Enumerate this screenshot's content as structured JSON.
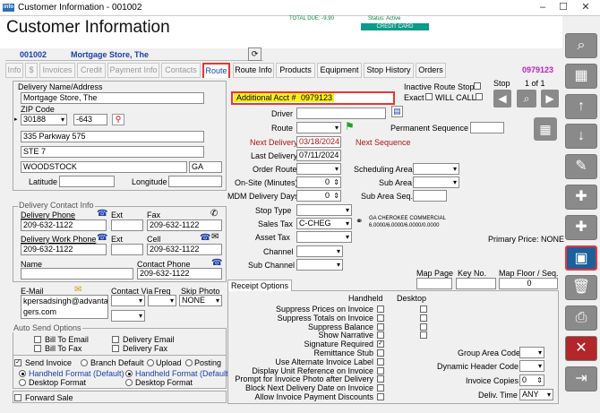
{
  "window": {
    "title": "Customer Information - 001002",
    "logo": "info"
  },
  "header": {
    "title": "Customer Information",
    "total_due": "TOTAL DUE:  -9.90",
    "status": "Status: Active",
    "credit_card": "CREDIT CARD"
  },
  "customer": {
    "id": "001002",
    "name": "Mortgage Store, The"
  },
  "tabs": [
    "Info",
    "$",
    "Invoices",
    "Credit",
    "Payment Info",
    "Contacts",
    "Route",
    "Route Info",
    "Products",
    "Equipment",
    "Stop History",
    "Orders"
  ],
  "acct_display": "0979123",
  "delivery": {
    "heading": "Delivery Name/Address",
    "name": "Mortgage Store, The",
    "zip_label": "ZIP Code",
    "zip": "30188",
    "zip_ext": "-643",
    "addr1": "335 Parkway 575",
    "addr2": "STE 7",
    "city": "WOODSTOCK",
    "state": "GA",
    "lat_label": "Latitude",
    "lon_label": "Longitude"
  },
  "contact": {
    "heading": "Delivery Contact Info",
    "phone_label": "Delivery Phone",
    "phone": "209-632-1122",
    "ext_label": "Ext",
    "fax_label": "Fax",
    "fax": "209-632-1122",
    "work_label": "Delivery Work Phone",
    "work": "209-632-1122",
    "cell_label": "Cell",
    "cell": "209-632-1122",
    "name_label": "Name",
    "contact_phone_label": "Contact Phone",
    "contact_phone": "209-632-1122"
  },
  "email": {
    "label": "E-Mail",
    "value1": "kpersadsingh@advanta",
    "value2": "gers.com",
    "via_label": "Contact Via",
    "freq_label": "Freq",
    "skip_label": "Skip Photo",
    "skip_value": "NONE"
  },
  "auto_send": {
    "heading": "Auto Send Options",
    "bill_email": "Bill To Email",
    "bill_fax": "Bill To Fax",
    "del_email": "Delivery Email",
    "del_fax": "Delivery Fax",
    "send_invoice": "Send Invoice",
    "branch_default": "Branch Default",
    "upload": "Upload",
    "posting": "Posting",
    "handheld": "Handheld Format (Default)",
    "handheld2": "Handheld Format (Default)",
    "desktop": "Desktop Format",
    "desktop2": "Desktop Format",
    "forward": "Forward Sale"
  },
  "route": {
    "addl_label": "Additional Acct #",
    "addl_value": "0979123",
    "driver_label": "Driver",
    "route_label": "Route",
    "perm_seq_label": "Permanent Sequence",
    "next_del_label": "Next Delivery",
    "next_del": "03/18/2024",
    "next_seq_label": "Next Sequence",
    "last_del_label": "Last Delivery",
    "last_del": "07/11/2024",
    "order_route_label": "Order Route",
    "sched_area_label": "Scheduling Area",
    "onsite_label": "On-Site (Minutes)",
    "onsite": "0",
    "sub_area_label": "Sub Area",
    "mdm_label": "MDM Delivery Days",
    "mdm": "0",
    "sub_area_seq_label": "Sub Area Seq.",
    "stop_type_label": "Stop Type",
    "sales_tax_label": "Sales Tax",
    "sales_tax": "C-CHEG",
    "tax_desc1": "GA CHEROKEE COMMERCIAL",
    "tax_desc2": "6.0000/6.0000/6.0000/0.0000",
    "asset_tax_label": "Asset Tax",
    "primary_price": "Primary Price: NONE",
    "channel_label": "Channel",
    "sub_channel_label": "Sub Channel"
  },
  "stop_nav": {
    "inactive": "Inactive Route Stop",
    "exact": "Exact",
    "will_call": "WILL CALL",
    "stop": "Stop",
    "of": "1     of     1"
  },
  "map": {
    "page_label": "Map Page",
    "key_label": "Key No.",
    "floor_label": "Map Floor / Seq.",
    "floor_value": "0"
  },
  "receipt": {
    "tab": "Receipt Options",
    "col_handheld": "Handheld",
    "col_desktop": "Desktop",
    "options": [
      "Suppress Prices on Invoice",
      "Suppress Totals on Invoice",
      "Suppress Balance",
      "Show Narrative",
      "Signature Required",
      "Remittance Stub",
      "Use Alternate Invoice Label",
      "Display Unit Reference on Invoice",
      "Prompt for Invoice Photo after Delivery",
      "Block Next Delivery Date on Invoice",
      "Allow Invoice Payment Discounts"
    ],
    "group_area": "Group Area Code",
    "dyn_header": "Dynamic Header Code",
    "copies_label": "Invoice Copies",
    "copies": "0",
    "deliv_time_label": "Deliv. Time",
    "deliv_time": "ANY"
  },
  "sidebar": [
    "search-icon",
    "grid-icon",
    "arrow-up-icon",
    "arrow-down-icon",
    "pencil-icon",
    "new-document-icon",
    "add-note-icon",
    "save-icon",
    "trash-icon",
    "print-icon",
    "close-icon",
    "exit-icon"
  ]
}
